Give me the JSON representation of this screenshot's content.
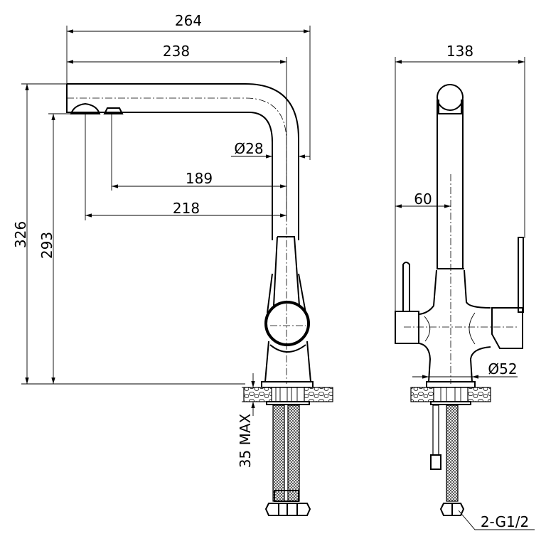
{
  "title": "Kitchen faucet dimension drawing",
  "side_view": {
    "dimensions": {
      "overall_reach": "264",
      "spout_reach": "238",
      "spout_diameter": "Ø28",
      "outlet_1_reach": "189",
      "outlet_2_reach": "218",
      "overall_height": "326",
      "outlet_height": "293",
      "max_countertop": "35 MAX"
    }
  },
  "front_view": {
    "dimensions": {
      "overall_width": "138",
      "offset": "60",
      "base_diameter": "Ø52",
      "connection": "2-G1/2"
    }
  }
}
